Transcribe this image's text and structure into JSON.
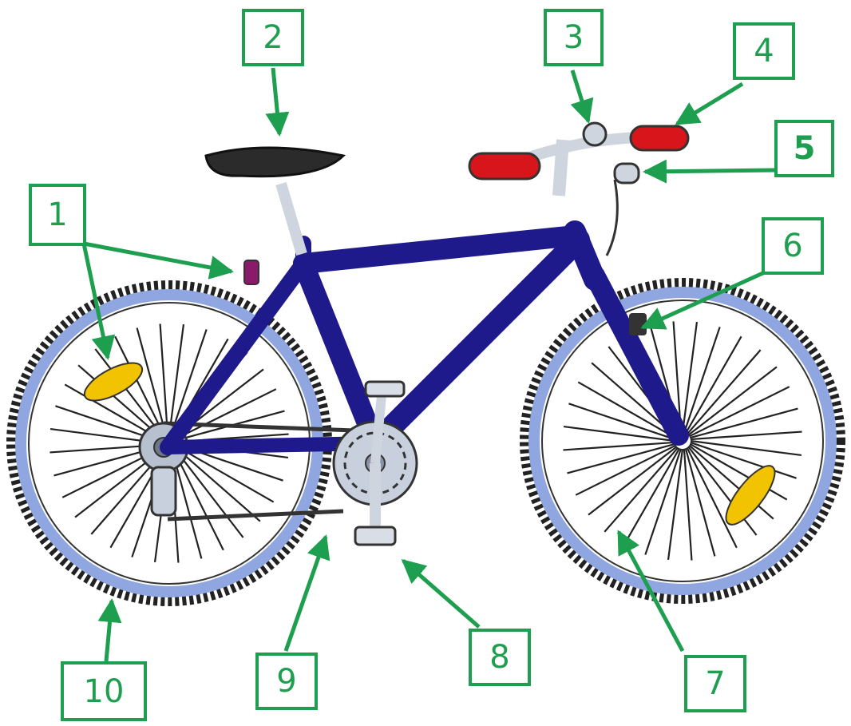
{
  "colors": {
    "label": "#1e9e4f",
    "frame": "#1f1a8c",
    "tire": "#222222",
    "rim": "#8fa6e0",
    "grip": "#d7151b",
    "reflector": "#f2c300"
  },
  "labels": [
    {
      "id": "1",
      "text": "1"
    },
    {
      "id": "2",
      "text": "2"
    },
    {
      "id": "3",
      "text": "3"
    },
    {
      "id": "4",
      "text": "4"
    },
    {
      "id": "5",
      "text": "5"
    },
    {
      "id": "6",
      "text": "6"
    },
    {
      "id": "7",
      "text": "7"
    },
    {
      "id": "8",
      "text": "8"
    },
    {
      "id": "9",
      "text": "9"
    },
    {
      "id": "10",
      "text": "10"
    }
  ]
}
